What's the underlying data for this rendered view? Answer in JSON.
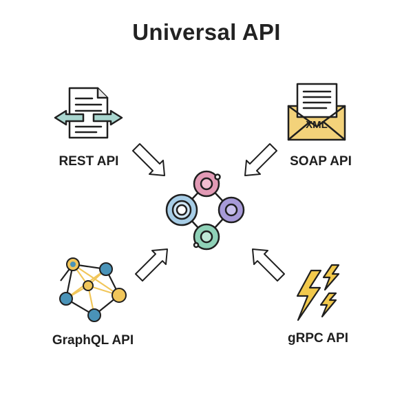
{
  "title": "Universal API",
  "nodes": {
    "rest": {
      "label": "REST API"
    },
    "soap": {
      "label": "SOAP API",
      "badge": "XML"
    },
    "graphql": {
      "label": "GraphQL API"
    },
    "grpc": {
      "label": "gRPC API"
    }
  },
  "colors": {
    "outline": "#1f1f1f",
    "teal": "#a9d6cf",
    "pink": "#e29ab5",
    "purple": "#a79ad8",
    "green": "#8fd1b7",
    "blue": "#a7cde6",
    "yellow": "#f3d27a",
    "bolt": "#f2c94c",
    "graph_blue": "#4a93b8",
    "graph_yellow": "#f1c65a"
  }
}
